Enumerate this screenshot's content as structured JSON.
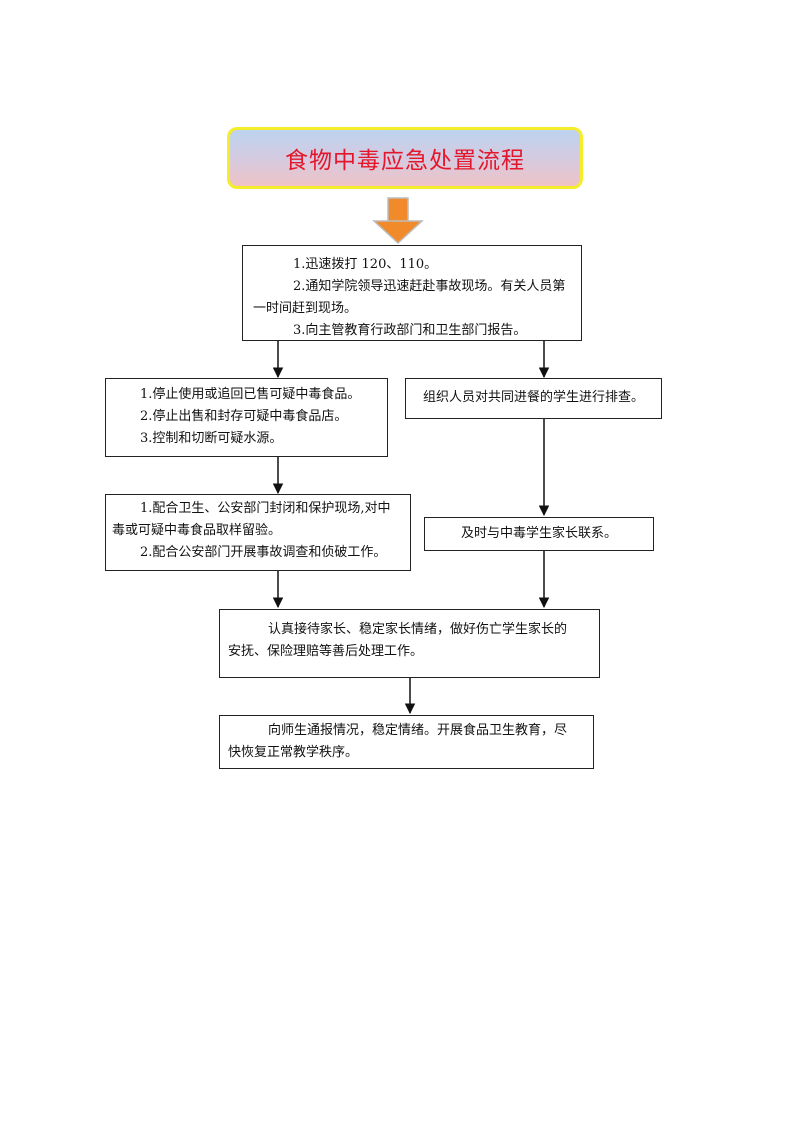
{
  "title": "食物中毒应急处置流程",
  "colors": {
    "title_text": "#e4162b",
    "title_border": "#f5ec2a",
    "arrow_fill": "#f08a2a"
  },
  "boxes": {
    "initial": [
      "1.迅速拨打 120、110。",
      "2.通知学院领导迅速赶赴事故现场。有关人员第",
      "一时间赶到现场。",
      "3.向主管教育行政部门和卫生部门报告。"
    ],
    "stop_food": [
      "1.停止使用或追回已售可疑中毒食品。",
      "2.停止出售和封存可疑中毒食品店。",
      "3.控制和切断可疑水源。"
    ],
    "organize_check": [
      "组织人员对共同进餐的学生进行排查。"
    ],
    "cooperate": [
      "1.配合卫生、公安部门封闭和保护现场,对中",
      "毒或可疑中毒食品取样留验。",
      "2.配合公安部门开展事故调查和侦破工作。"
    ],
    "contact_parents": [
      "及时与中毒学生家长联系。"
    ],
    "reception": [
      "认真接待家长、稳定家长情绪，做好伤亡学生家长的",
      "安抚、保险理赔等善后处理工作。"
    ],
    "report_restore": [
      "向师生通报情况，稳定情绪。开展食品卫生教育，尽",
      "快恢复正常教学秩序。"
    ]
  }
}
